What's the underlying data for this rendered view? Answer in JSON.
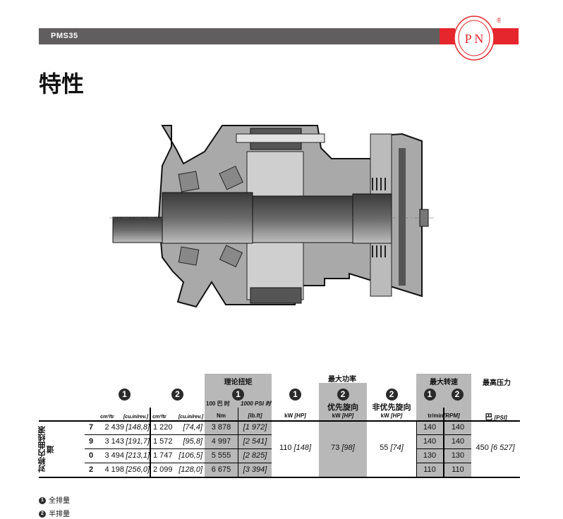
{
  "header": {
    "model": "PMS35",
    "title": "特性",
    "logo_text": "PN",
    "registered": "®"
  },
  "table": {
    "side_label": "对称内曲线滚道",
    "groups": {
      "torque": "理论扭矩",
      "power": "最大功率",
      "speed": "最大转速",
      "pressure": "最高压力"
    },
    "circles": {
      "one": "1",
      "two": "2"
    },
    "sub": {
      "at100": "100 巴 时",
      "at1000": "1000 PSI 时",
      "preferred": "优先旋向",
      "nonpreferred": "非优先旋向"
    },
    "units": {
      "disp_metric": "cm³/tr",
      "disp_imp": "[cu.in/rev.]",
      "nm": "Nm",
      "lbft": "[lb.ft]",
      "kw": "kW",
      "hp": "[HP]",
      "trmin": "tr/min",
      "rpm": "[RPM]",
      "bar": "巴",
      "psi": "[PSI]"
    },
    "rows": [
      {
        "code": "7",
        "d1": "2 439",
        "d1i": "[148,8]",
        "d2": "1 220",
        "d2i": "[74,4]",
        "nm": "3 878",
        "lbft": "[1 972]",
        "s1": "140",
        "s2": "140"
      },
      {
        "code": "9",
        "d1": "3 143",
        "d1i": "[191,7]",
        "d2": "1 572",
        "d2i": "[95,8]",
        "nm": "4 997",
        "lbft": "[2 541]",
        "s1": "140",
        "s2": "140"
      },
      {
        "code": "0",
        "d1": "3 494",
        "d1i": "[213,1]",
        "d2": "1 747",
        "d2i": "[106,5]",
        "nm": "5 555",
        "lbft": "[2 825]",
        "s1": "130",
        "s2": "130"
      },
      {
        "code": "2",
        "d1": "4 198",
        "d1i": "[256,0]",
        "d2": "2 099",
        "d2i": "[128,0]",
        "nm": "6 675",
        "lbft": "[3 394]",
        "s1": "110",
        "s2": "110"
      }
    ],
    "power": {
      "p1": "110",
      "p1i": "[148]",
      "p2": "73",
      "p2i": "[98]",
      "p3": "55",
      "p3i": "[74]"
    },
    "pressure": {
      "bar": "450",
      "psi": "[6 527]"
    }
  },
  "footnotes": [
    {
      "n": "1",
      "text": "全排量"
    },
    {
      "n": "2",
      "text": "半排量"
    }
  ]
}
